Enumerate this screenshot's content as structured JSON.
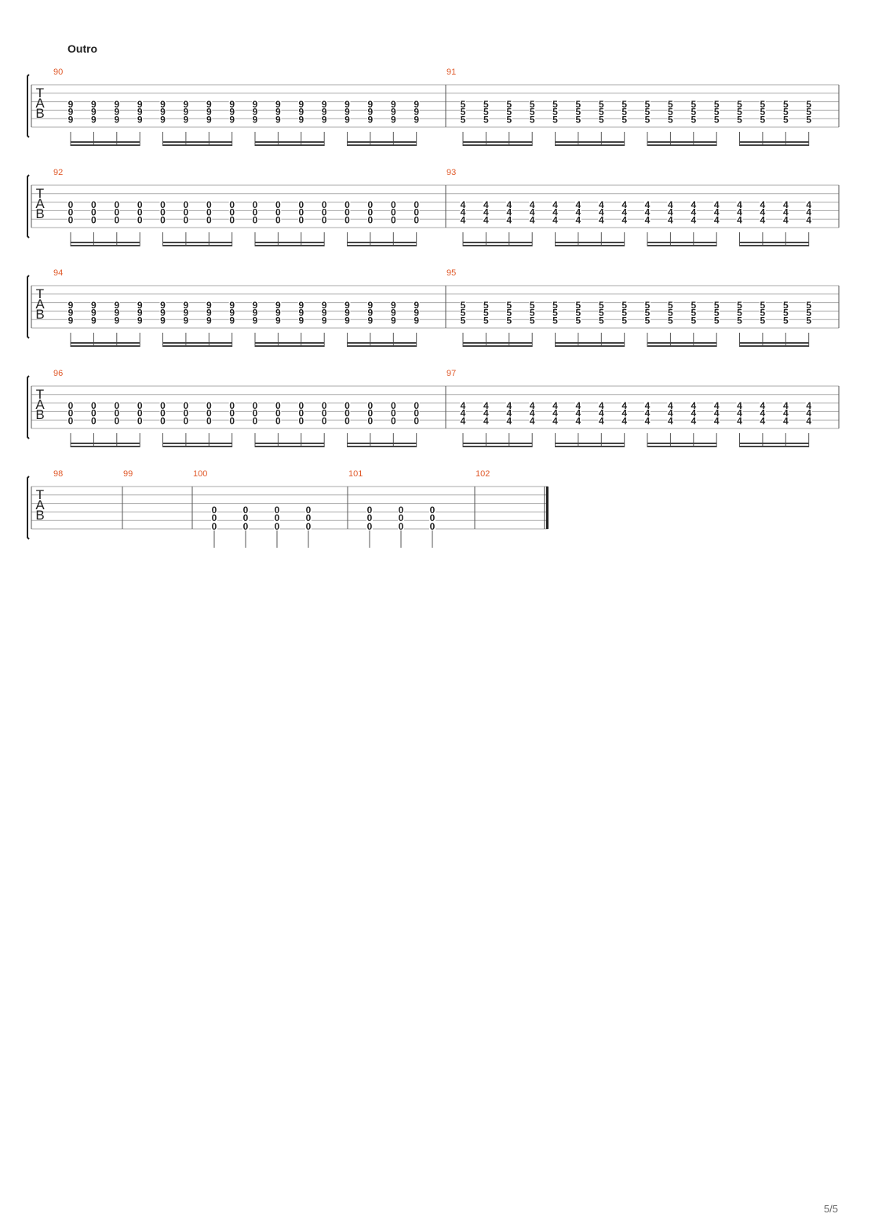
{
  "document": {
    "section_title": "Outro",
    "page_number": "5/5",
    "tab_clef": [
      "T",
      "A",
      "B"
    ],
    "colors": {
      "measure_number": "#e05a2b",
      "staff_line": "#aaaaaa",
      "note": "#222222"
    }
  },
  "systems": [
    {
      "measures": [
        {
          "number": "90",
          "chords": 16,
          "frets": [
            "9",
            "9",
            "9"
          ],
          "rhythm": "sixteenth"
        },
        {
          "number": "91",
          "chords": 16,
          "frets": [
            "5",
            "5",
            "5"
          ],
          "rhythm": "sixteenth"
        }
      ]
    },
    {
      "measures": [
        {
          "number": "92",
          "chords": 16,
          "frets": [
            "0",
            "0",
            "0"
          ],
          "rhythm": "sixteenth"
        },
        {
          "number": "93",
          "chords": 16,
          "frets": [
            "4",
            "4",
            "4"
          ],
          "rhythm": "sixteenth"
        }
      ]
    },
    {
      "measures": [
        {
          "number": "94",
          "chords": 16,
          "frets": [
            "9",
            "9",
            "9"
          ],
          "rhythm": "sixteenth"
        },
        {
          "number": "95",
          "chords": 16,
          "frets": [
            "5",
            "5",
            "5"
          ],
          "rhythm": "sixteenth"
        }
      ]
    },
    {
      "measures": [
        {
          "number": "96",
          "chords": 16,
          "frets": [
            "0",
            "0",
            "0"
          ],
          "rhythm": "sixteenth"
        },
        {
          "number": "97",
          "chords": 16,
          "frets": [
            "4",
            "4",
            "4"
          ],
          "rhythm": "sixteenth"
        }
      ]
    },
    {
      "measures": [
        {
          "number": "98",
          "chords": 0,
          "frets": [],
          "rhythm": "rest"
        },
        {
          "number": "99",
          "chords": 0,
          "frets": [],
          "rhythm": "rest"
        },
        {
          "number": "100",
          "chords": 4,
          "frets": [
            "0",
            "0",
            "0"
          ],
          "rhythm": "quarter"
        },
        {
          "number": "101",
          "chords": 3,
          "frets": [
            "0",
            "0",
            "0"
          ],
          "rhythm": "quarter"
        },
        {
          "number": "102",
          "chords": 0,
          "frets": [],
          "rhythm": "rest",
          "final_barline": true
        }
      ]
    }
  ]
}
